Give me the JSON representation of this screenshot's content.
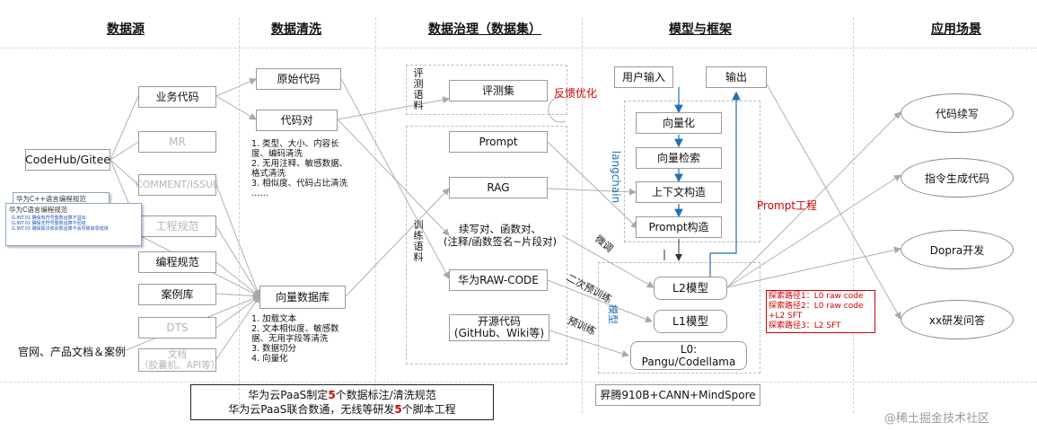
{
  "headers": {
    "source": "数据源",
    "cleaning": "数据清洗",
    "governance": "数据治理（数据集）",
    "model": "模型与框架",
    "apps": "应用场景"
  },
  "source": {
    "codehub": "CodeHub/Gitee",
    "business": "业务代码",
    "mr": "MR",
    "comment": "COMMENT/ISSUE",
    "spec": "工程规范",
    "coding": "编程规范",
    "cases": "案例库",
    "dts": "DTS",
    "docs": "文档\n（胶囊机、API等）",
    "official": "官网、产品文档＆案例",
    "doc_thumb": {
      "title1": "华为C++语言编程规范",
      "title2": "华为C语言编程规范",
      "lines": [
        "G.INT.01 确保有符号整数运算不溢出",
        "G.INT.02 确保无符号整数运算不回绕",
        "G.INT.03 确保除法和余数运算不会导致除零错误"
      ]
    }
  },
  "cleaning": {
    "raw": "原始代码",
    "pairs": "代码对",
    "pairs_notes": [
      "1. 类型、大小、内容长度、编码清洗",
      "2. 无用注释、敏感数据、格式清洗",
      "3. 相似度、代码占比清洗",
      "……"
    ],
    "vector": "向量数据库",
    "vector_notes": [
      "1. 加载文本",
      "2. 文本相似度、敏感数据、无用字段等清洗",
      "3. 数据切分",
      "4. 向量化"
    ]
  },
  "governance": {
    "eval_label": "评测语料",
    "eval_set": "评测集",
    "feedback": "反馈优化",
    "train_label": "训练语料",
    "prompt": "Prompt",
    "rag": "RAG",
    "continue": "续写对、函数对、\n(注释/函数签名~片段对)",
    "raw_code": "华为RAW-CODE",
    "open_source": "开源代码\n(GitHub、Wiki等)"
  },
  "model": {
    "user_input": "用户输入",
    "output": "输出",
    "vectorize": "向量化",
    "retrieve": "向量检索",
    "context": "上下文构造",
    "prompt_build": "Prompt构造",
    "langchain": "langchain",
    "finetune": "微调",
    "model_label": "模型",
    "l2": "L2模型",
    "l1": "L1模型",
    "l0": "L0:\nPangu/Codellama",
    "secondary_pretrain": "二次预训练",
    "pretrain": "预训练",
    "prompt_eng": "Prompt工程",
    "explore": [
      "探索路径1：L0 raw code",
      "探索路径2：L0 raw code +L2 SFT",
      "探索路径3：L2 SFT"
    ],
    "hardware": "昇腾910B+CANN+MindSpore"
  },
  "apps": {
    "continue": "代码续写",
    "instruct": "指令生成代码",
    "dopra": "Dopra开发",
    "xx": "xx研发问答"
  },
  "bottom": {
    "line1_a": "华为云PaaS制定",
    "line1_num": "5",
    "line1_b": "个数据标注/清洗规范",
    "line2_a": "华为云PaaS联合数通，无线等研发",
    "line2_num": "5",
    "line2_b": "个脚本工程"
  },
  "watermark": "@稀土掘金技术社区",
  "colors": {
    "red": "#d00000",
    "blue": "#1f6fb2",
    "gray": "#9a9a9a"
  }
}
